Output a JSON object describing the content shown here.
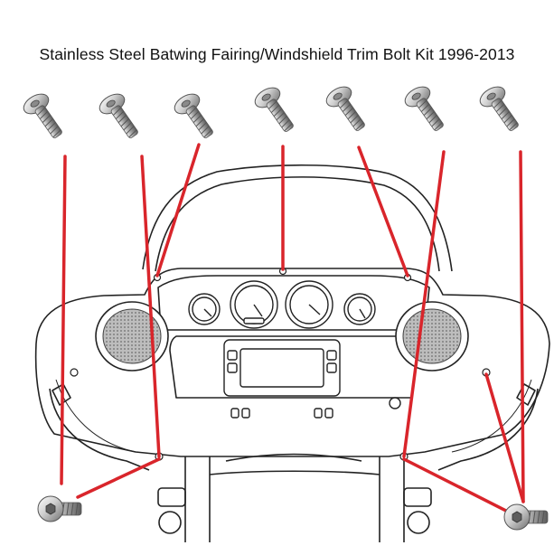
{
  "product": {
    "title": "Stainless Steel Batwing Fairing/Windshield Trim Bolt Kit 1996-2013"
  },
  "bolts_top_count": 7,
  "colors": {
    "guide_line": "#d9252b",
    "outline": "#222222",
    "metal_light": "#f2f2f2",
    "metal_dark": "#7a7a7a",
    "background": "#ffffff"
  },
  "icons": [
    "bolt-icon",
    "fairing-illustration",
    "gauge-icon",
    "speaker-icon",
    "radio-display-icon"
  ]
}
